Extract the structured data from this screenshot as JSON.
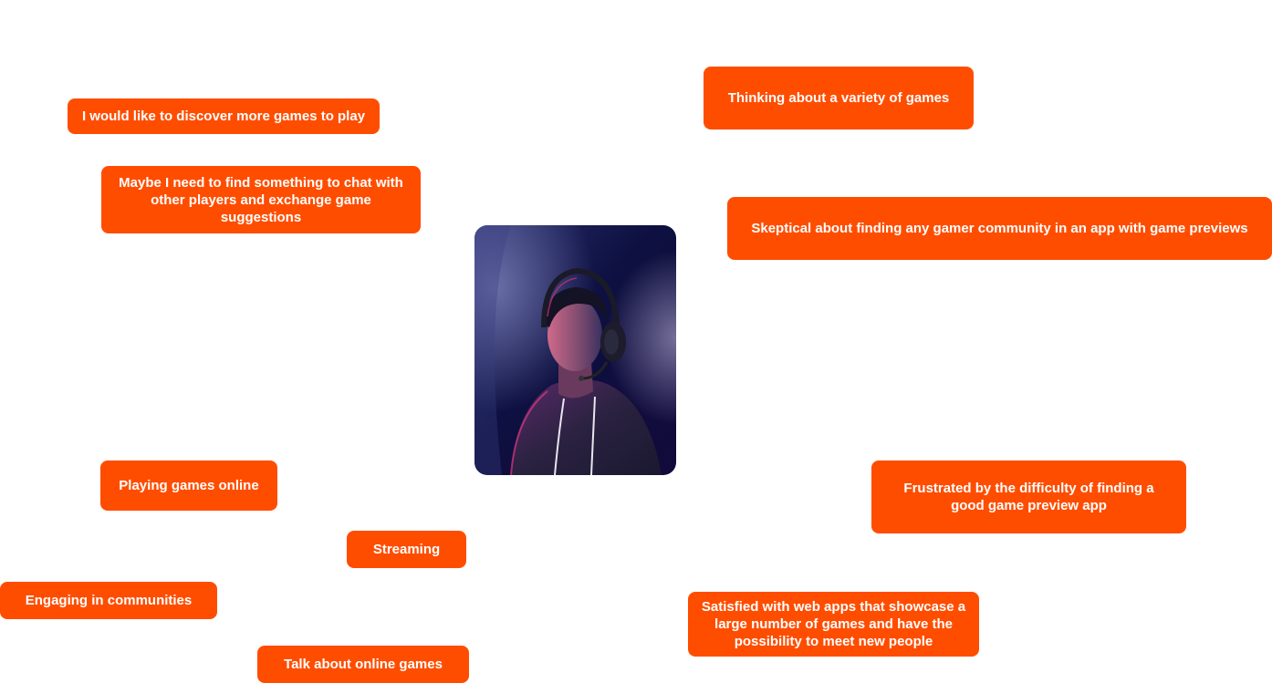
{
  "empathy_map": {
    "persona": {
      "photo_icon": "gamer-with-headset-photo"
    },
    "notes": {
      "discover_games": "I would like to discover more games to play",
      "chat_players": "Maybe I need to find something to chat with other players and exchange game suggestions",
      "variety_games": "Thinking about a variety of games",
      "skeptical": "Skeptical about finding any gamer community in an app with game previews",
      "playing_online": "Playing games online",
      "streaming": "Streaming",
      "communities": "Engaging in communities",
      "talk_games": "Talk about online games",
      "frustrated": "Frustrated by the difficulty of finding a good game preview app",
      "satisfied": "Satisfied with web apps that showcase a large number of games and have the possibility to meet new people"
    },
    "colors": {
      "note_background": "#ff4d00",
      "note_text": "#ffffff"
    }
  }
}
